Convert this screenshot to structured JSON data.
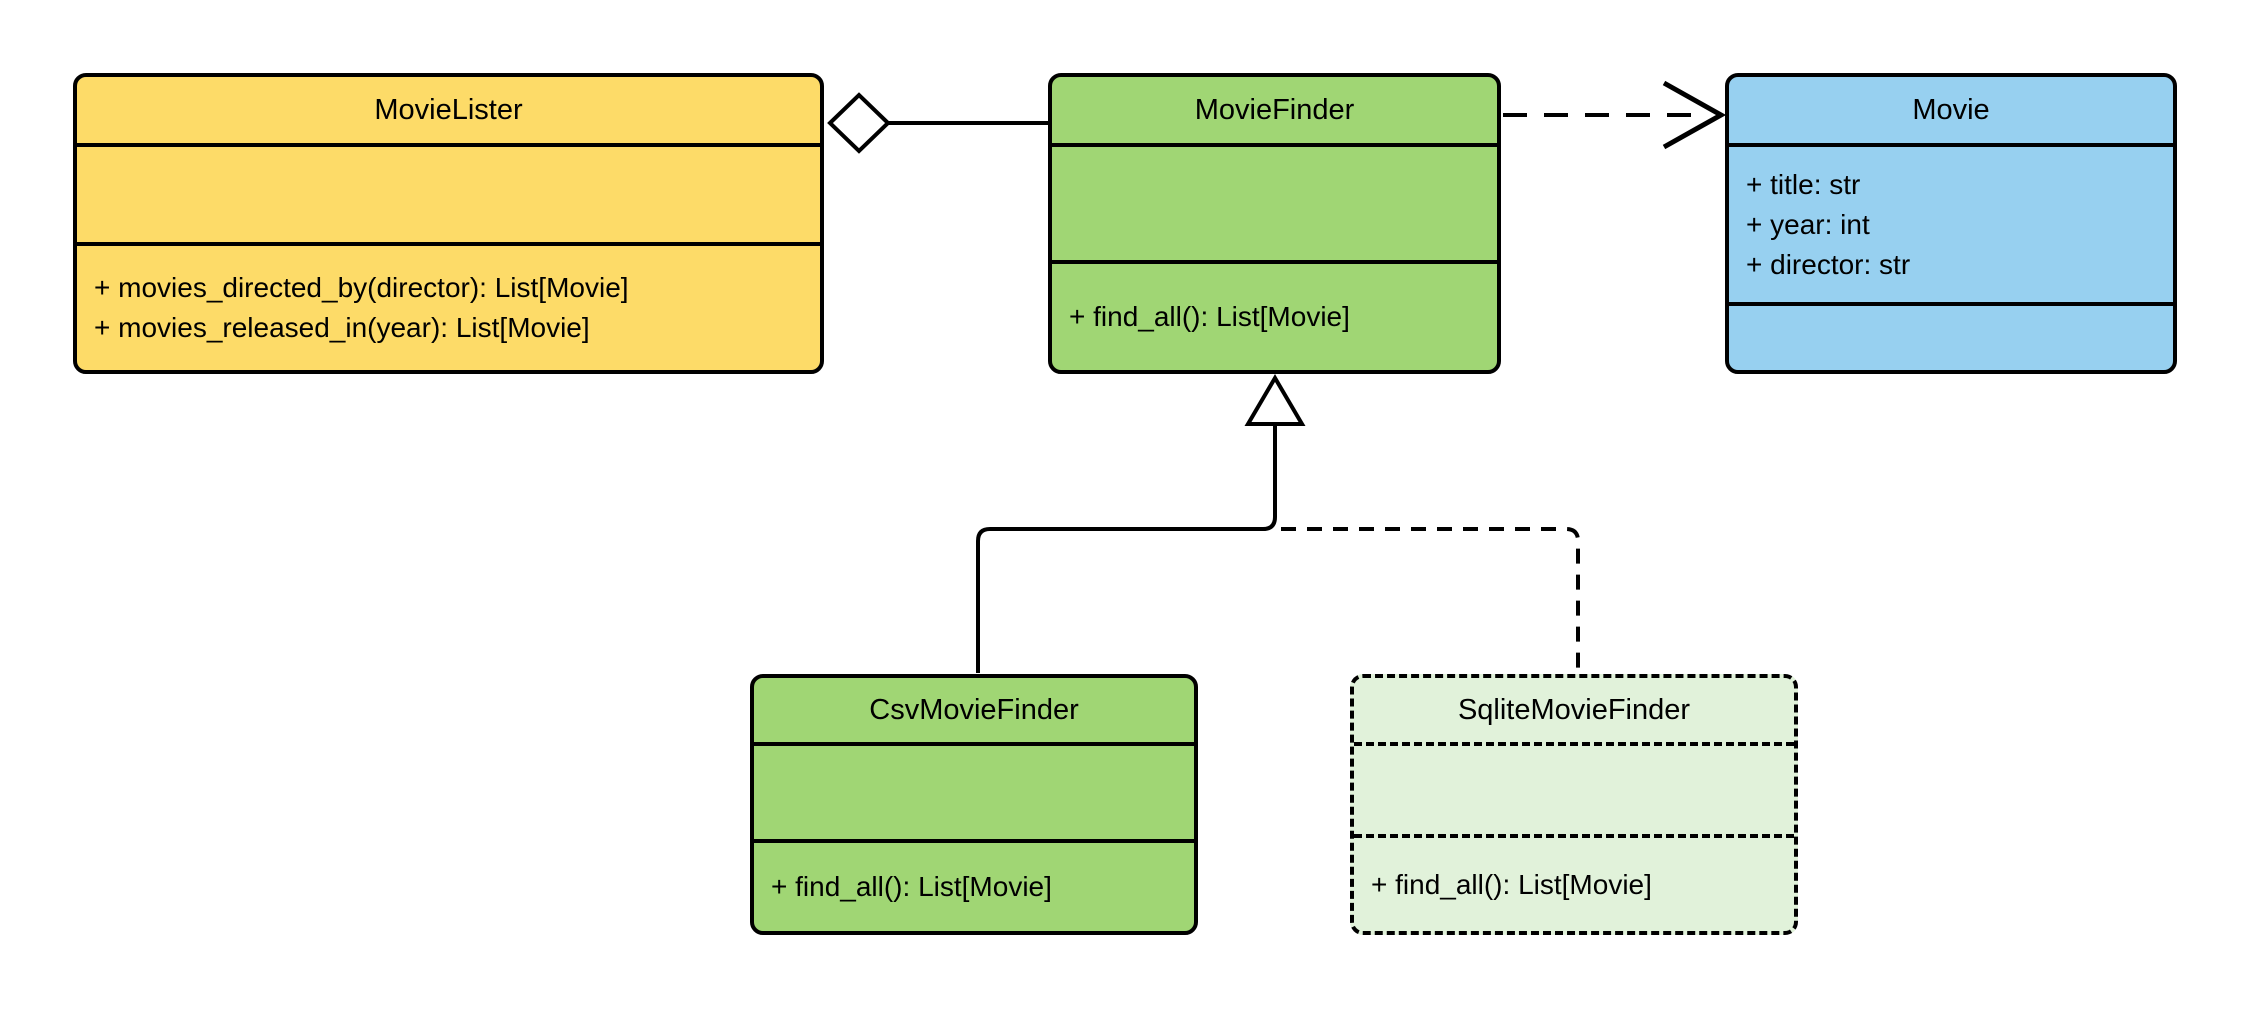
{
  "diagram": {
    "type": "uml-class-diagram",
    "background_color": "#ffffff",
    "stroke_color": "#000000",
    "classes": [
      {
        "name": "MovieLister",
        "fill": "#fddb68",
        "border_style": "solid",
        "attributes": [],
        "methods": [
          "+ movies_directed_by(director): List[Movie]",
          "+ movies_released_in(year): List[Movie]"
        ]
      },
      {
        "name": "MovieFinder",
        "fill": "#a0d674",
        "border_style": "solid",
        "attributes": [],
        "methods": [
          "+ find_all(): List[Movie]"
        ]
      },
      {
        "name": "Movie",
        "fill": "#97d0f0",
        "border_style": "solid",
        "attributes": [
          "+ title: str",
          "+ year: int",
          "+ director: str"
        ],
        "methods": []
      },
      {
        "name": "CsvMovieFinder",
        "fill": "#a0d674",
        "border_style": "solid",
        "attributes": [],
        "methods": [
          "+ find_all(): List[Movie]"
        ]
      },
      {
        "name": "SqliteMovieFinder",
        "fill": "#e1f2da",
        "border_style": "dashed",
        "attributes": [],
        "methods": [
          "+ find_all(): List[Movie]"
        ]
      }
    ],
    "relationships": [
      {
        "from": "MovieLister",
        "to": "MovieFinder",
        "type": "aggregation",
        "line_style": "solid",
        "marker": "hollow-diamond"
      },
      {
        "from": "MovieFinder",
        "to": "Movie",
        "type": "dependency",
        "line_style": "dashed",
        "marker": "open-arrow"
      },
      {
        "from": "CsvMovieFinder",
        "to": "MovieFinder",
        "type": "generalization",
        "line_style": "solid",
        "marker": "hollow-triangle"
      },
      {
        "from": "SqliteMovieFinder",
        "to": "MovieFinder",
        "type": "generalization",
        "line_style": "dashed",
        "marker": "hollow-triangle"
      }
    ]
  }
}
